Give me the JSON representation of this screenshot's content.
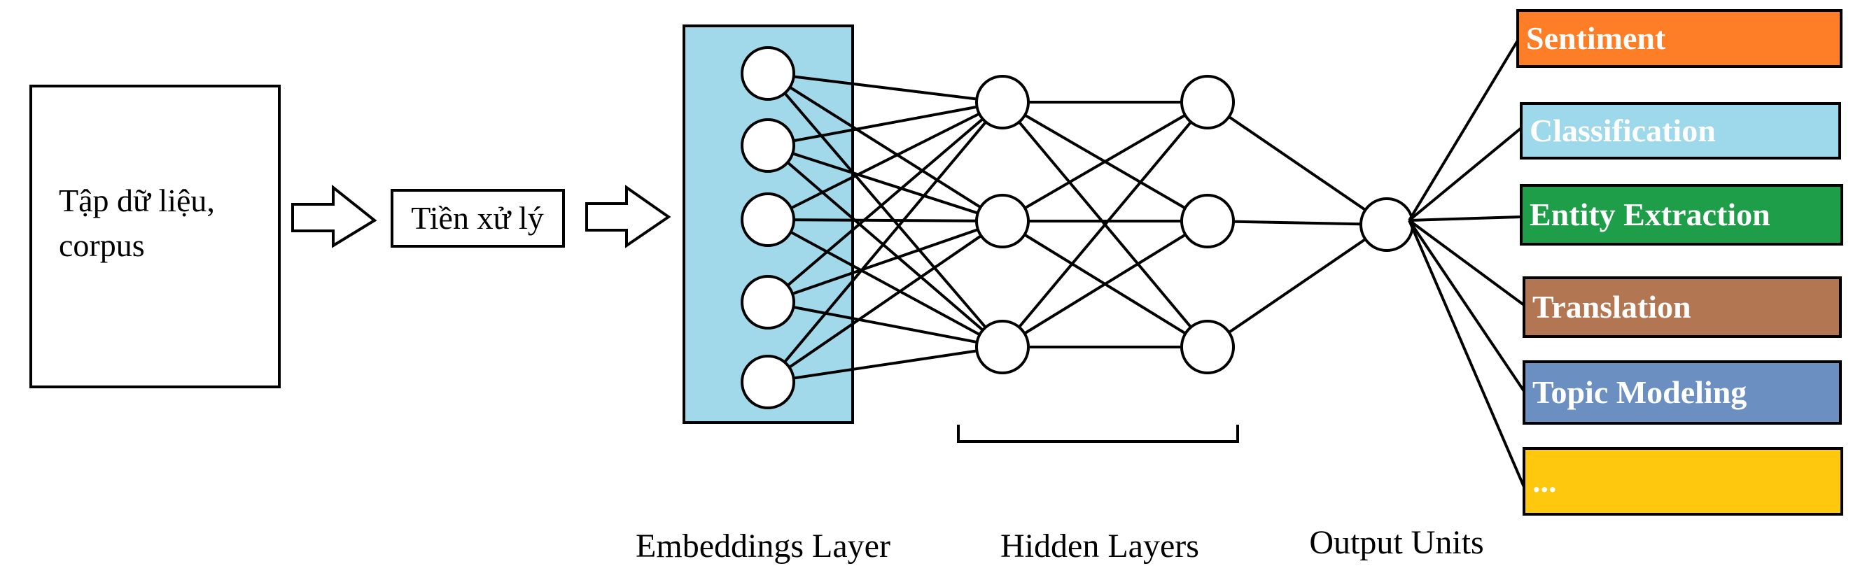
{
  "input": {
    "corpus_line1": "Tập dữ liệu,",
    "corpus_line2": "corpus",
    "preprocess": "Tiền xử lý"
  },
  "labels": {
    "embeddings": "Embeddings Layer",
    "hidden": "Hidden Layers",
    "output": "Output Units"
  },
  "tasks": [
    {
      "label": "Sentiment",
      "color": "#fd7e26"
    },
    {
      "label": "Classification",
      "color": "#9ed8eb"
    },
    {
      "label": "Entity Extraction",
      "color": "#1e9e49"
    },
    {
      "label": "Translation",
      "color": "#b37652"
    },
    {
      "label": "Topic Modeling",
      "color": "#6b8fc0"
    },
    {
      "label": "...",
      "color": "#fdc80d"
    }
  ],
  "colors": {
    "embedding_fill": "#a1d9ea",
    "stroke": "#000000",
    "node_fill": "#ffffff"
  }
}
